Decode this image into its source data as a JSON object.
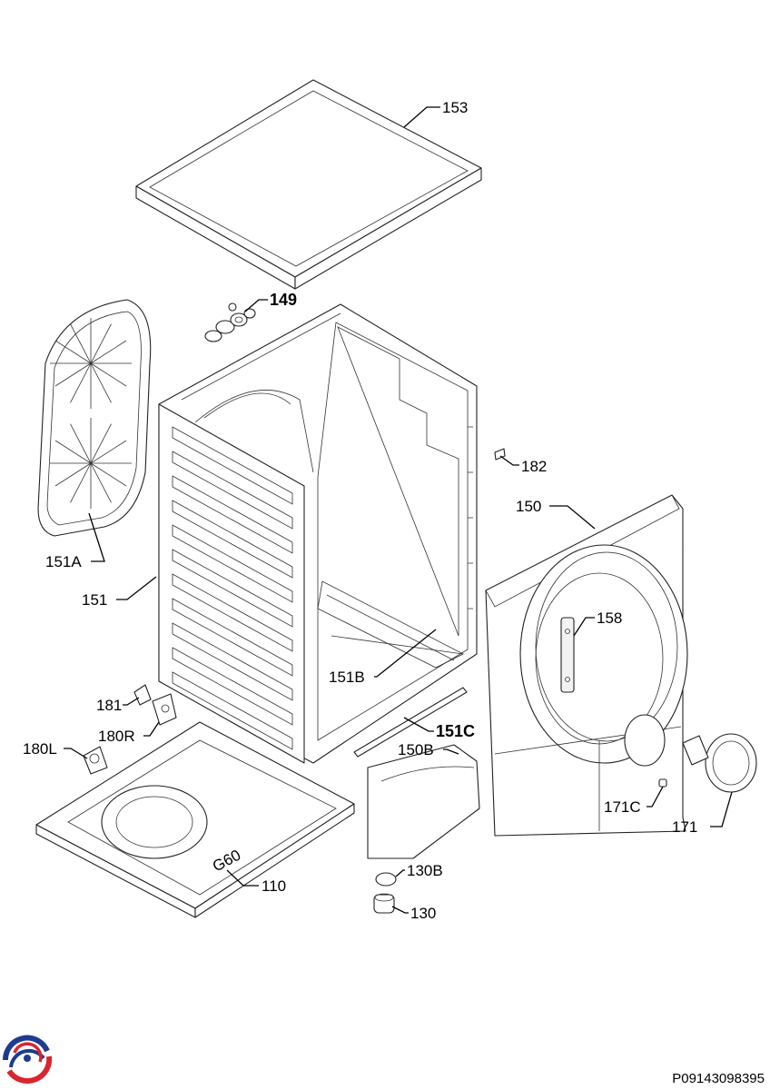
{
  "labels": {
    "p153": "153",
    "p149": "149",
    "p182": "182",
    "p150": "150",
    "p158": "158",
    "p151a": "151A",
    "p151": "151",
    "p151b": "151B",
    "p151c": "151C",
    "p150b": "150B",
    "p181": "181",
    "p180r": "180R",
    "p180l": "180L",
    "p171c": "171C",
    "p171": "171",
    "p110": "110",
    "p130b": "130B",
    "p130": "130"
  },
  "base_marking": "G60",
  "doc_code": "P09143098395",
  "logo": {
    "icon": "brand-swirl-logo",
    "colors": [
      "#1f3b8f",
      "#d9262e"
    ]
  }
}
